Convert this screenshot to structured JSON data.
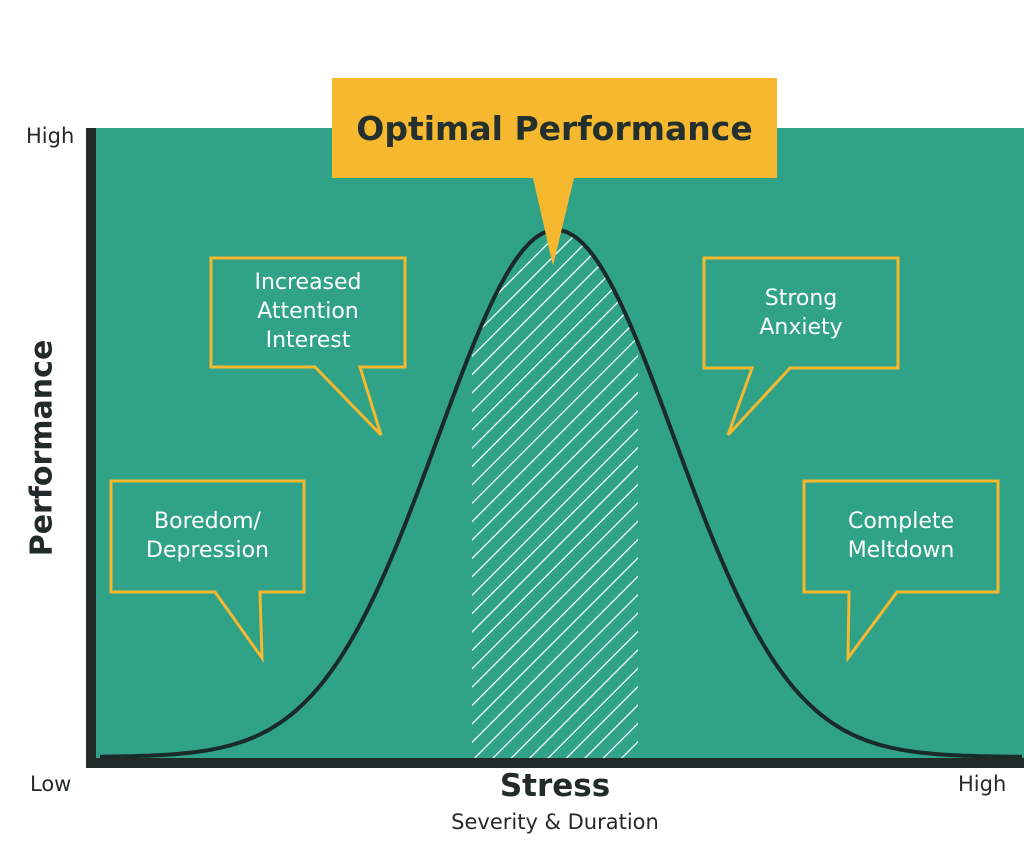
{
  "axes": {
    "y_high": "High",
    "y_title": "Performance",
    "x_low": "Low",
    "x_high": "High",
    "x_title": "Stress",
    "x_subtitle": "Severity & Duration"
  },
  "callouts": {
    "optimal": "Optimal Performance",
    "boredom": "Boredom/\nDepression",
    "attention": "Increased\nAttention\nInterest",
    "anxiety": "Strong\nAnxiety",
    "meltdown": "Complete\nMeltdown"
  },
  "colors": {
    "background": "#2fa287",
    "accent": "#f5b82e",
    "curve": "#1a2a2b",
    "axis": "#222a2a"
  }
}
